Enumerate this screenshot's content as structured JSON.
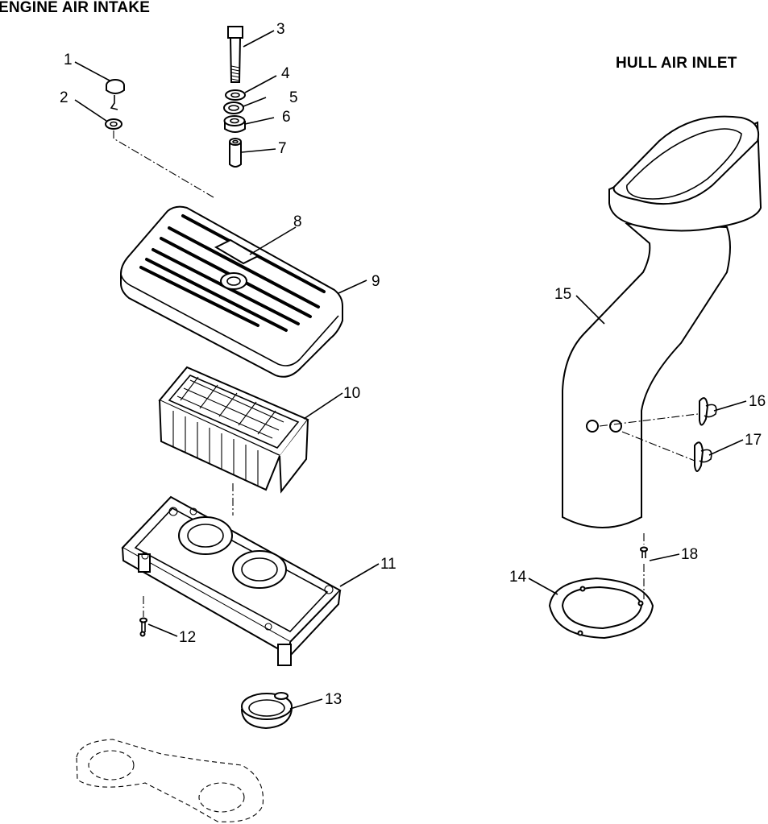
{
  "titles": {
    "engine_air_intake": "ENGINE AIR INTAKE",
    "hull_air_inlet": "HULL AIR INLET"
  },
  "callouts": [
    "1",
    "2",
    "3",
    "4",
    "5",
    "6",
    "7",
    "8",
    "9",
    "10",
    "11",
    "12",
    "13",
    "14",
    "15",
    "16",
    "17",
    "18"
  ]
}
